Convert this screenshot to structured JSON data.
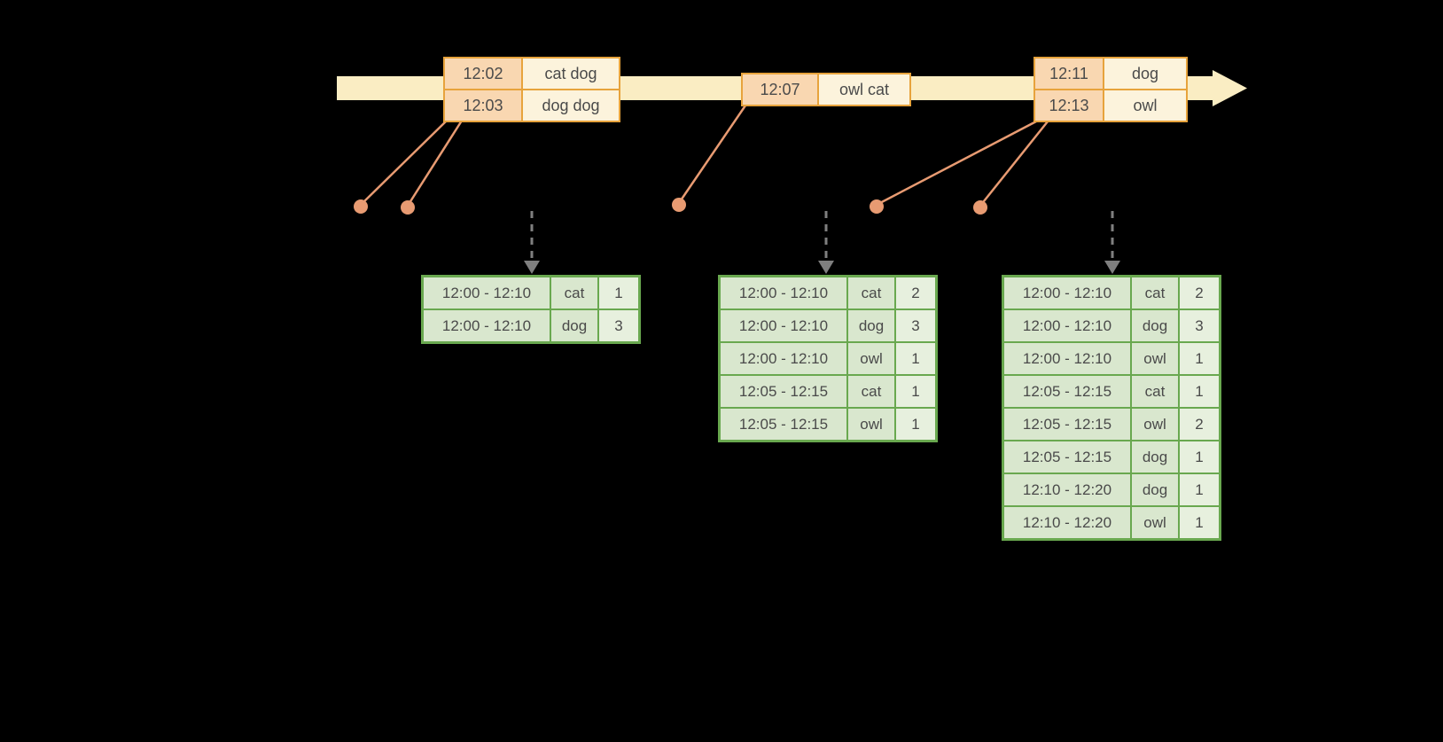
{
  "colors": {
    "background": "#000000",
    "timeline_fill": "#FAEDC3",
    "event_border": "#E7A33C",
    "event_time_fill": "#F9D7B1",
    "event_words_fill": "#FCF3DC",
    "connector": "#E89B72",
    "trigger_arrow": "#7F7F7F",
    "table_border": "#69A84F",
    "table_cell_fill": "#D9E7CE",
    "table_count_fill": "#E7F0DE",
    "text": "#4A4A4A"
  },
  "event_boxes": [
    {
      "rows": [
        {
          "time": "12:02",
          "words": "cat dog"
        },
        {
          "time": "12:03",
          "words": "dog dog"
        }
      ]
    },
    {
      "rows": [
        {
          "time": "12:07",
          "words": "owl cat"
        }
      ]
    },
    {
      "rows": [
        {
          "time": "12:11",
          "words": "dog"
        },
        {
          "time": "12:13",
          "words": "owl"
        }
      ]
    }
  ],
  "result_tables": [
    {
      "rows": [
        [
          "12:00 - 12:10",
          "cat",
          "1"
        ],
        [
          "12:00 - 12:10",
          "dog",
          "3"
        ]
      ]
    },
    {
      "rows": [
        [
          "12:00 - 12:10",
          "cat",
          "2"
        ],
        [
          "12:00 - 12:10",
          "dog",
          "3"
        ],
        [
          "12:00 - 12:10",
          "owl",
          "1"
        ],
        [
          "12:05 - 12:15",
          "cat",
          "1"
        ],
        [
          "12:05 - 12:15",
          "owl",
          "1"
        ]
      ]
    },
    {
      "rows": [
        [
          "12:00 - 12:10",
          "cat",
          "2"
        ],
        [
          "12:00 - 12:10",
          "dog",
          "3"
        ],
        [
          "12:00 - 12:10",
          "owl",
          "1"
        ],
        [
          "12:05 - 12:15",
          "cat",
          "1"
        ],
        [
          "12:05 - 12:15",
          "owl",
          "2"
        ],
        [
          "12:05 - 12:15",
          "dog",
          "1"
        ],
        [
          "12:10 - 12:20",
          "dog",
          "1"
        ],
        [
          "12:10 - 12:20",
          "owl",
          "1"
        ]
      ]
    }
  ]
}
